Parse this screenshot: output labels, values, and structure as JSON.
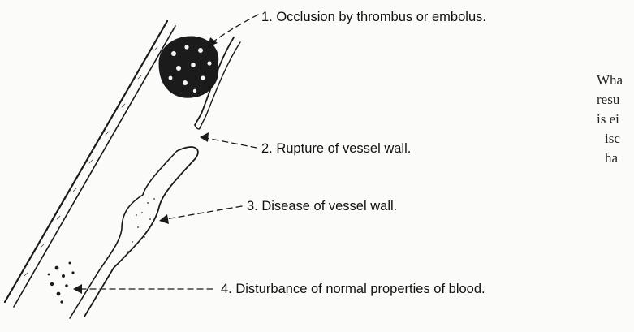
{
  "diagram": {
    "labels": [
      "1. Occlusion by thrombus or embolus.",
      "2. Rupture of vessel wall.",
      "3. Disease of vessel wall.",
      "4. Disturbance of normal properties of blood."
    ],
    "side_text": [
      "Wha",
      "resu",
      "is ei",
      "isc",
      "ha"
    ]
  }
}
